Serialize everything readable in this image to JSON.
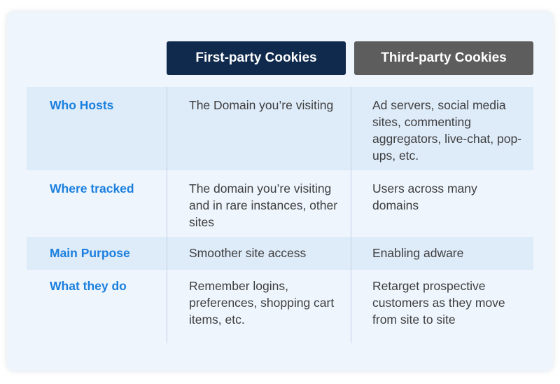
{
  "headers": {
    "first": "First-party Cookies",
    "third": "Third-party Cookies"
  },
  "rows": [
    {
      "label": "Who Hosts",
      "first": "The Domain you’re visiting",
      "third": "Ad servers, social media sites, commenting aggregators, live-chat, pop-ups, etc."
    },
    {
      "label": "Where tracked",
      "first": "The domain you’re visiting and in rare instances, other sites",
      "third": "Users across many domains"
    },
    {
      "label": "Main Purpose",
      "first": "Smoother site access",
      "third": "Enabling adware"
    },
    {
      "label": "What they do",
      "first": "Remember logins, preferences, shopping cart items, etc.",
      "third": "Retarget prospective customers as they move from site to site"
    }
  ],
  "colors": {
    "first_header": "#0f2a4d",
    "third_header": "#5d5d5d",
    "label_text": "#1a7fde",
    "shaded_row": "#deebf9",
    "card_bg": "#eef5fd"
  }
}
